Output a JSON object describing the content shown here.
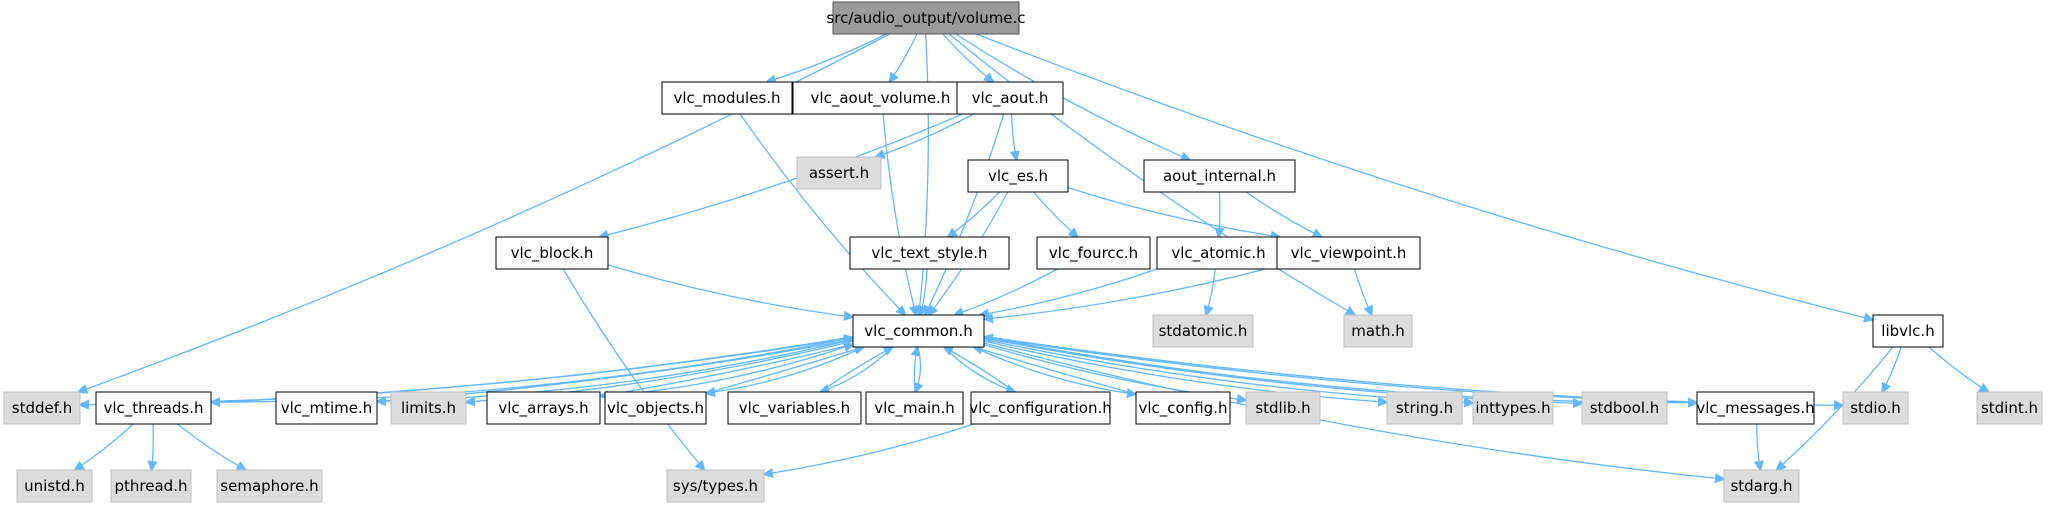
{
  "graph": {
    "root": "src/audio_output/volume.c",
    "nodes": [
      {
        "id": "root",
        "label": "src/audio_output/volume.c",
        "kind": "root"
      },
      {
        "id": "vlc_modules_h",
        "label": "vlc_modules.h",
        "kind": "local"
      },
      {
        "id": "vlc_aout_volume_h",
        "label": "vlc_aout_volume.h",
        "kind": "local"
      },
      {
        "id": "vlc_aout_h",
        "label": "vlc_aout.h",
        "kind": "local"
      },
      {
        "id": "assert_h",
        "label": "assert.h",
        "kind": "system"
      },
      {
        "id": "vlc_es_h",
        "label": "vlc_es.h",
        "kind": "local"
      },
      {
        "id": "aout_internal_h",
        "label": "aout_internal.h",
        "kind": "local"
      },
      {
        "id": "vlc_block_h",
        "label": "vlc_block.h",
        "kind": "local"
      },
      {
        "id": "vlc_text_style_h",
        "label": "vlc_text_style.h",
        "kind": "local"
      },
      {
        "id": "vlc_fourcc_h",
        "label": "vlc_fourcc.h",
        "kind": "local"
      },
      {
        "id": "vlc_atomic_h",
        "label": "vlc_atomic.h",
        "kind": "local"
      },
      {
        "id": "vlc_viewpoint_h",
        "label": "vlc_viewpoint.h",
        "kind": "local"
      },
      {
        "id": "vlc_common_h",
        "label": "vlc_common.h",
        "kind": "local"
      },
      {
        "id": "stdatomic_h",
        "label": "stdatomic.h",
        "kind": "system"
      },
      {
        "id": "math_h",
        "label": "math.h",
        "kind": "system"
      },
      {
        "id": "libvlc_h",
        "label": "libvlc.h",
        "kind": "local"
      },
      {
        "id": "stddef_h",
        "label": "stddef.h",
        "kind": "system"
      },
      {
        "id": "vlc_threads_h",
        "label": "vlc_threads.h",
        "kind": "local"
      },
      {
        "id": "vlc_mtime_h",
        "label": "vlc_mtime.h",
        "kind": "local"
      },
      {
        "id": "limits_h",
        "label": "limits.h",
        "kind": "system"
      },
      {
        "id": "vlc_arrays_h",
        "label": "vlc_arrays.h",
        "kind": "local"
      },
      {
        "id": "vlc_objects_h",
        "label": "vlc_objects.h",
        "kind": "local"
      },
      {
        "id": "vlc_variables_h",
        "label": "vlc_variables.h",
        "kind": "local"
      },
      {
        "id": "vlc_main_h",
        "label": "vlc_main.h",
        "kind": "local"
      },
      {
        "id": "vlc_configuration_h",
        "label": "vlc_configuration.h",
        "kind": "local"
      },
      {
        "id": "vlc_config_h",
        "label": "vlc_config.h",
        "kind": "local"
      },
      {
        "id": "stdlib_h",
        "label": "stdlib.h",
        "kind": "system"
      },
      {
        "id": "string_h",
        "label": "string.h",
        "kind": "system"
      },
      {
        "id": "inttypes_h",
        "label": "inttypes.h",
        "kind": "system"
      },
      {
        "id": "stdbool_h",
        "label": "stdbool.h",
        "kind": "system"
      },
      {
        "id": "vlc_messages_h",
        "label": "vlc_messages.h",
        "kind": "local"
      },
      {
        "id": "stdio_h",
        "label": "stdio.h",
        "kind": "system"
      },
      {
        "id": "stdint_h",
        "label": "stdint.h",
        "kind": "system"
      },
      {
        "id": "unistd_h",
        "label": "unistd.h",
        "kind": "system"
      },
      {
        "id": "pthread_h",
        "label": "pthread.h",
        "kind": "system"
      },
      {
        "id": "semaphore_h",
        "label": "semaphore.h",
        "kind": "system"
      },
      {
        "id": "sys_types_h",
        "label": "sys/types.h",
        "kind": "system"
      },
      {
        "id": "stdarg_h",
        "label": "stdarg.h",
        "kind": "system"
      }
    ],
    "edges": [
      [
        "root",
        "vlc_modules_h"
      ],
      [
        "root",
        "vlc_aout_volume_h"
      ],
      [
        "root",
        "vlc_aout_h"
      ],
      [
        "root",
        "aout_internal_h"
      ],
      [
        "root",
        "stddef_h"
      ],
      [
        "root",
        "vlc_common_h"
      ],
      [
        "root",
        "math_h"
      ],
      [
        "root",
        "libvlc_h"
      ],
      [
        "vlc_modules_h",
        "vlc_common_h"
      ],
      [
        "vlc_aout_volume_h",
        "vlc_common_h"
      ],
      [
        "vlc_aout_h",
        "assert_h"
      ],
      [
        "vlc_aout_h",
        "vlc_es_h"
      ],
      [
        "vlc_aout_h",
        "vlc_block_h"
      ],
      [
        "vlc_aout_h",
        "vlc_common_h"
      ],
      [
        "vlc_es_h",
        "vlc_text_style_h"
      ],
      [
        "vlc_es_h",
        "vlc_fourcc_h"
      ],
      [
        "vlc_es_h",
        "vlc_viewpoint_h"
      ],
      [
        "vlc_es_h",
        "vlc_common_h"
      ],
      [
        "aout_internal_h",
        "vlc_atomic_h"
      ],
      [
        "aout_internal_h",
        "vlc_viewpoint_h"
      ],
      [
        "vlc_block_h",
        "sys_types_h"
      ],
      [
        "vlc_block_h",
        "vlc_common_h"
      ],
      [
        "vlc_text_style_h",
        "vlc_common_h"
      ],
      [
        "vlc_fourcc_h",
        "vlc_common_h"
      ],
      [
        "vlc_atomic_h",
        "stdatomic_h"
      ],
      [
        "vlc_atomic_h",
        "vlc_common_h"
      ],
      [
        "vlc_viewpoint_h",
        "math_h"
      ],
      [
        "vlc_viewpoint_h",
        "vlc_common_h"
      ],
      [
        "vlc_common_h",
        "stddef_h"
      ],
      [
        "vlc_common_h",
        "vlc_threads_h"
      ],
      [
        "vlc_common_h",
        "vlc_mtime_h"
      ],
      [
        "vlc_common_h",
        "limits_h"
      ],
      [
        "vlc_common_h",
        "vlc_arrays_h"
      ],
      [
        "vlc_common_h",
        "vlc_objects_h"
      ],
      [
        "vlc_common_h",
        "vlc_variables_h"
      ],
      [
        "vlc_common_h",
        "vlc_main_h"
      ],
      [
        "vlc_common_h",
        "vlc_configuration_h"
      ],
      [
        "vlc_common_h",
        "vlc_config_h"
      ],
      [
        "vlc_common_h",
        "stdlib_h"
      ],
      [
        "vlc_common_h",
        "string_h"
      ],
      [
        "vlc_common_h",
        "inttypes_h"
      ],
      [
        "vlc_common_h",
        "stdbool_h"
      ],
      [
        "vlc_common_h",
        "vlc_messages_h"
      ],
      [
        "vlc_common_h",
        "stdio_h"
      ],
      [
        "vlc_common_h",
        "stdarg_h"
      ],
      [
        "vlc_threads_h",
        "vlc_common_h"
      ],
      [
        "vlc_threads_h",
        "unistd_h"
      ],
      [
        "vlc_threads_h",
        "pthread_h"
      ],
      [
        "vlc_threads_h",
        "semaphore_h"
      ],
      [
        "vlc_mtime_h",
        "vlc_common_h"
      ],
      [
        "vlc_arrays_h",
        "vlc_common_h"
      ],
      [
        "vlc_objects_h",
        "vlc_common_h"
      ],
      [
        "vlc_variables_h",
        "vlc_common_h"
      ],
      [
        "vlc_main_h",
        "vlc_common_h"
      ],
      [
        "vlc_configuration_h",
        "vlc_common_h"
      ],
      [
        "vlc_configuration_h",
        "sys_types_h"
      ],
      [
        "vlc_config_h",
        "vlc_common_h"
      ],
      [
        "vlc_messages_h",
        "vlc_common_h"
      ],
      [
        "vlc_messages_h",
        "stdarg_h"
      ],
      [
        "libvlc_h",
        "stdio_h"
      ],
      [
        "libvlc_h",
        "stdint_h"
      ],
      [
        "libvlc_h",
        "stdarg_h"
      ]
    ]
  },
  "colors": {
    "edge": "#63b8ff",
    "root_fill": "#9a9a9a",
    "local_fill": "#ffffff",
    "system_fill": "#dcdcdc"
  }
}
